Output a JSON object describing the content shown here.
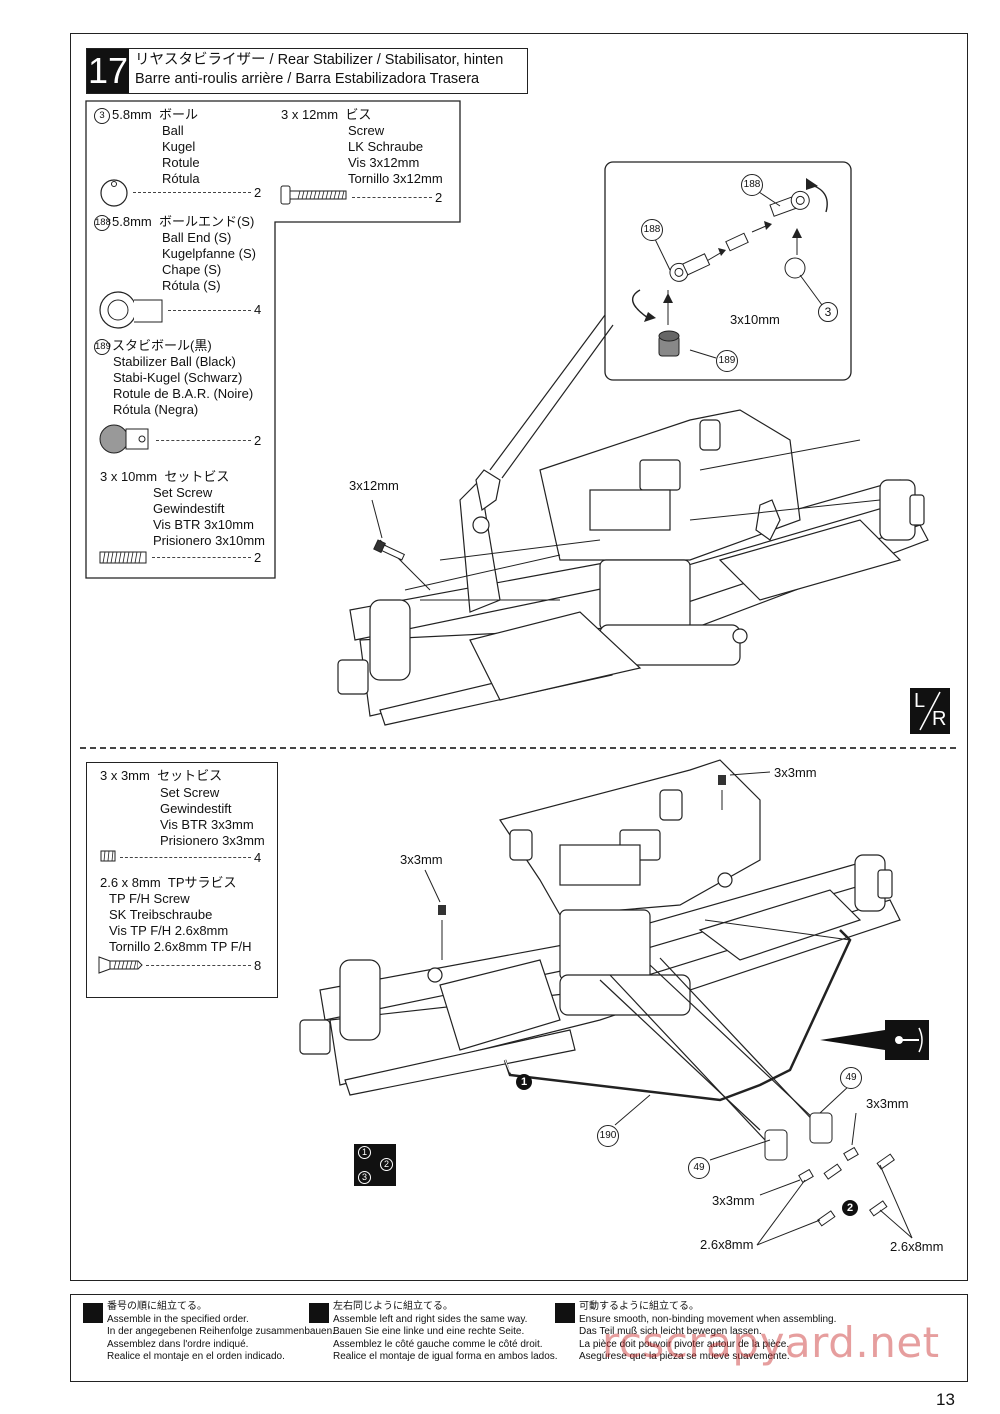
{
  "step": {
    "number": "17",
    "title_line1": "リヤスタビライザー / Rear Stabilizer / Stabilisator, hinten",
    "title_line2": "Barre anti-roulis arrière / Barra Estabilizadora Trasera"
  },
  "parts_top": [
    {
      "num": "3",
      "size": "5.8mm",
      "jp": "ボール",
      "names": [
        "Ball",
        "Kugel",
        "Rotule",
        "Rótula"
      ],
      "qty": "2",
      "icon": "ball-icon"
    },
    {
      "num": "188",
      "size": "5.8mm",
      "jp": "ボールエンド(S)",
      "names": [
        "Ball End (S)",
        "Kugelpfanne (S)",
        "Chape (S)",
        "Rótula (S)"
      ],
      "qty": "4",
      "icon": "ball-end-icon"
    },
    {
      "num": "189",
      "size": "",
      "jp": "スタビボール(黒)",
      "names": [
        "Stabilizer Ball (Black)",
        "Stabi-Kugel (Schwarz)",
        "Rotule de B.A.R. (Noire)",
        "Rótula (Negra)"
      ],
      "qty": "2",
      "icon": "stabilizer-ball-icon"
    },
    {
      "num": "",
      "size": "3 x 10mm",
      "jp": "セットビス",
      "names": [
        "Set Screw",
        "Gewindestift",
        "Vis BTR 3x10mm",
        "Prisionero 3x10mm"
      ],
      "qty": "2",
      "icon": "set-screw-icon"
    }
  ],
  "screw_top": {
    "size": "3 x 12mm",
    "jp": "ビス",
    "names": [
      "Screw",
      "LK Schraube",
      "Vis 3x12mm",
      "Tornillo 3x12mm"
    ],
    "qty": "2"
  },
  "parts_bottom": [
    {
      "size": "3 x 3mm",
      "jp": "セットビス",
      "names": [
        "Set Screw",
        "Gewindestift",
        "Vis BTR 3x3mm",
        "Prisionero 3x3mm"
      ],
      "qty": "4"
    },
    {
      "size": "2.6 x 8mm",
      "jp": "TPサラビス",
      "names": [
        "TP F/H Screw",
        "SK Treibschraube",
        "Vis TP F/H 2.6x8mm",
        "Tornillo 2.6x8mm TP F/H"
      ],
      "qty": "8"
    }
  ],
  "callouts_top": {
    "detail_188a": "188",
    "detail_188b": "188",
    "detail_189": "189",
    "detail_3": "3",
    "detail_3x10": "3x10mm",
    "screw_3x12": "3x12mm"
  },
  "callouts_bottom": {
    "a": "3x3mm",
    "b": "3x3mm",
    "c": "3x3mm",
    "d": "3x3mm",
    "e": "2.6x8mm",
    "f": "2.6x8mm",
    "part49a": "49",
    "part49b": "49",
    "part190": "190",
    "order1": "1",
    "order2": "2"
  },
  "footer": {
    "col1": [
      "番号の順に組立てる。",
      "Assemble in the specified order.",
      "In der angegebenen Reihenfolge zusammenbauen.",
      "Assemblez dans l'ordre indiqué.",
      "Realice el montaje en el orden indicado."
    ],
    "col2": [
      "左右同じように組立てる。",
      "Assemble left and right sides the same way.",
      "Bauen Sie eine linke und eine rechte Seite.",
      "Assemblez le côté gauche comme le côté droit.",
      "Realice el montaje de igual forma en ambos lados."
    ],
    "col3": [
      "可動するように組立てる。",
      "Ensure smooth, non-binding movement when assembling.",
      "Das Teil muß sich leicht bewegen lassen.",
      "La pièce doit pouvoir pivoter autour de la pièce.",
      "Asegúrese que la pieza se mueve suavemente."
    ]
  },
  "watermark": "rcscrapyard.net",
  "page_number": "13",
  "lr_mark": {
    "left": "L",
    "right": "R"
  },
  "order_mark": {
    "n1": "1",
    "n2": "2",
    "n3": "3"
  }
}
